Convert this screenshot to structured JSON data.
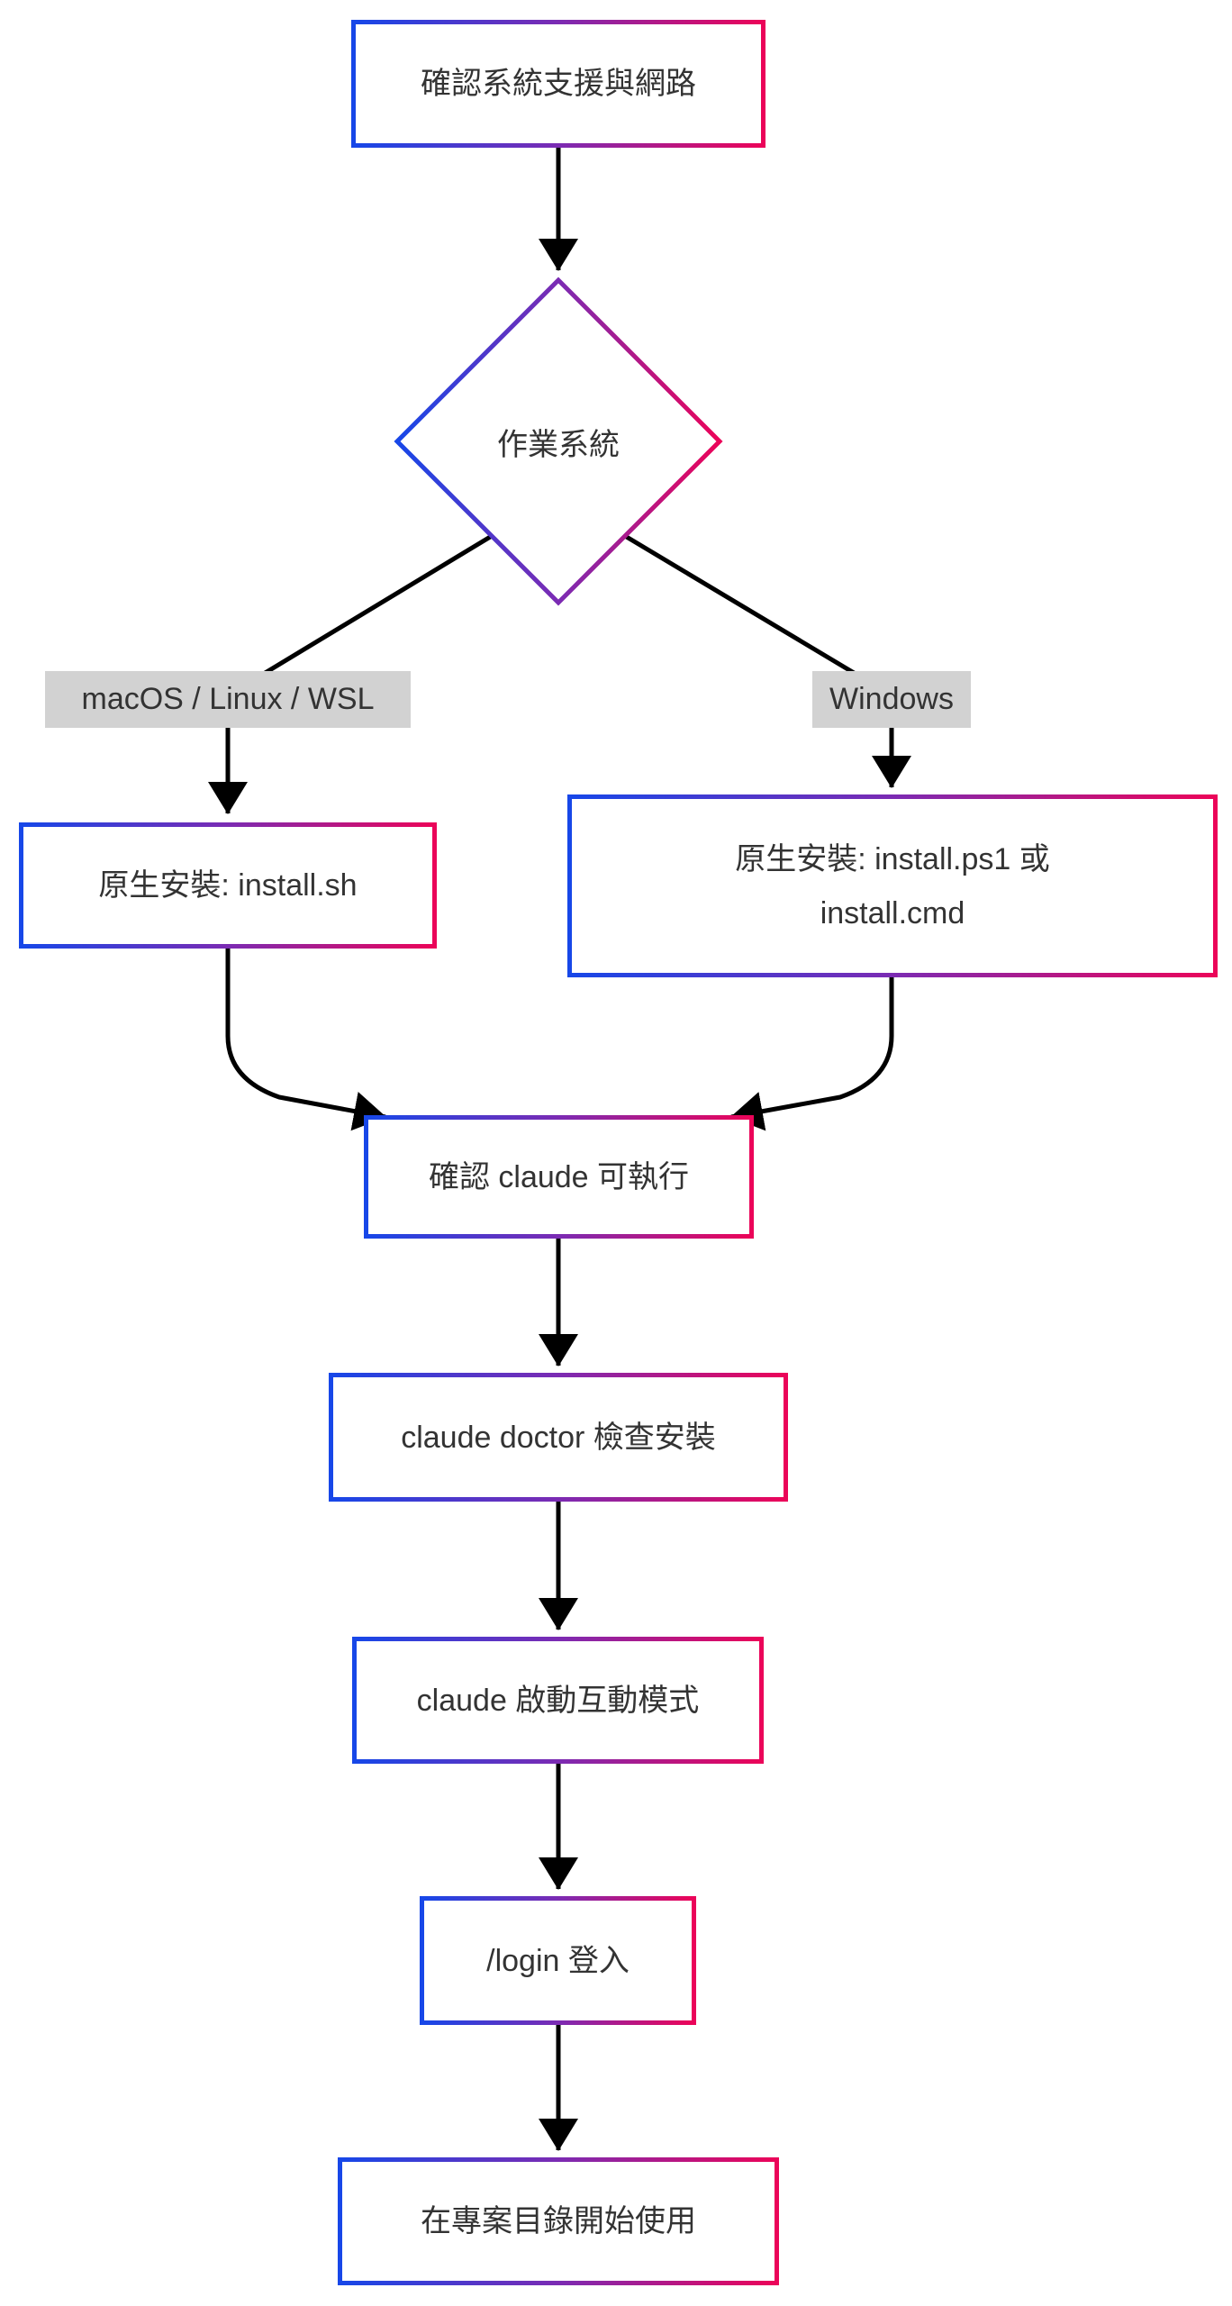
{
  "diagram": {
    "type": "flowchart",
    "direction": "top-down",
    "nodes": {
      "check_system": {
        "label": "確認系統支援與網路",
        "shape": "rectangle"
      },
      "os": {
        "label": "作業系統",
        "shape": "diamond"
      },
      "install_sh": {
        "label": "原生安裝: install.sh",
        "shape": "rectangle"
      },
      "install_windows": {
        "line1": "原生安裝: install.ps1 或",
        "line2": "install.cmd",
        "shape": "rectangle"
      },
      "verify_claude": {
        "label": "確認 claude 可執行",
        "shape": "rectangle"
      },
      "claude_doctor": {
        "label": "claude doctor 檢查安裝",
        "shape": "rectangle"
      },
      "interactive_mode": {
        "label": "claude 啟動互動模式",
        "shape": "rectangle"
      },
      "login": {
        "label": "/login 登入",
        "shape": "rectangle"
      },
      "start_project": {
        "label": "在專案目錄開始使用",
        "shape": "rectangle"
      }
    },
    "edge_labels": {
      "left_branch": "macOS / Linux / WSL",
      "right_branch": "Windows"
    },
    "edges": [
      {
        "from": "check_system",
        "to": "os",
        "label": ""
      },
      {
        "from": "os",
        "to": "install_sh",
        "label": "macOS / Linux / WSL"
      },
      {
        "from": "os",
        "to": "install_windows",
        "label": "Windows"
      },
      {
        "from": "install_sh",
        "to": "verify_claude",
        "label": ""
      },
      {
        "from": "install_windows",
        "to": "verify_claude",
        "label": ""
      },
      {
        "from": "verify_claude",
        "to": "claude_doctor",
        "label": ""
      },
      {
        "from": "claude_doctor",
        "to": "interactive_mode",
        "label": ""
      },
      {
        "from": "interactive_mode",
        "to": "login",
        "label": ""
      },
      {
        "from": "login",
        "to": "start_project",
        "label": ""
      }
    ],
    "colors": {
      "border_gradient_start": "#1747e8",
      "border_gradient_mid": "#7b2bb3",
      "border_gradient_end": "#eb0459",
      "node_background": "#ffffff",
      "edge_line": "#000000",
      "edge_label_background": "#d2d2d2",
      "text": "#333333",
      "page_background": "#ffffff"
    }
  }
}
